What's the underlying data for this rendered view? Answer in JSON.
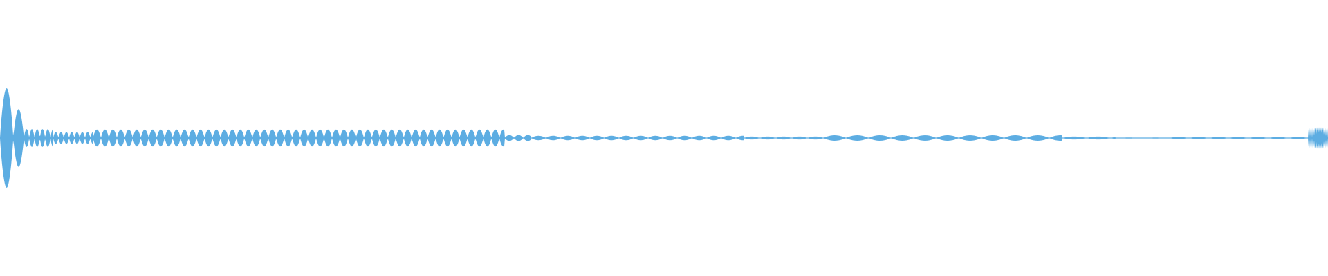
{
  "waveform": {
    "color": "#5dade2",
    "background": "#ffffff",
    "description_free": true,
    "peak_amplitude": 1.0,
    "segments": [
      {
        "from": 0.0,
        "to": 0.01,
        "amplitude": 1.0,
        "period": 0.01
      },
      {
        "from": 0.01,
        "to": 0.018,
        "amplitude": 0.58,
        "period": 0.008
      },
      {
        "from": 0.018,
        "to": 0.04,
        "amplitude": 0.18,
        "period": 0.004
      },
      {
        "from": 0.04,
        "to": 0.07,
        "amplitude": 0.12,
        "period": 0.004
      },
      {
        "from": 0.07,
        "to": 0.38,
        "amplitude": 0.17,
        "period": 0.006
      },
      {
        "from": 0.38,
        "to": 0.4,
        "amplitude": 0.06,
        "period": 0.007
      },
      {
        "from": 0.4,
        "to": 0.56,
        "amplitude": 0.045,
        "period": 0.011
      },
      {
        "from": 0.56,
        "to": 0.62,
        "amplitude": 0.03,
        "period": 0.012
      },
      {
        "from": 0.62,
        "to": 0.8,
        "amplitude": 0.055,
        "period": 0.017
      },
      {
        "from": 0.8,
        "to": 0.84,
        "amplitude": 0.03,
        "period": 0.018
      },
      {
        "from": 0.84,
        "to": 0.88,
        "amplitude": 0.01,
        "period": 0.02
      },
      {
        "from": 0.88,
        "to": 0.985,
        "amplitude": 0.02,
        "period": 0.015
      },
      {
        "from": 0.985,
        "to": 1.0,
        "amplitude": 0.22,
        "period": 0.0015
      }
    ]
  }
}
